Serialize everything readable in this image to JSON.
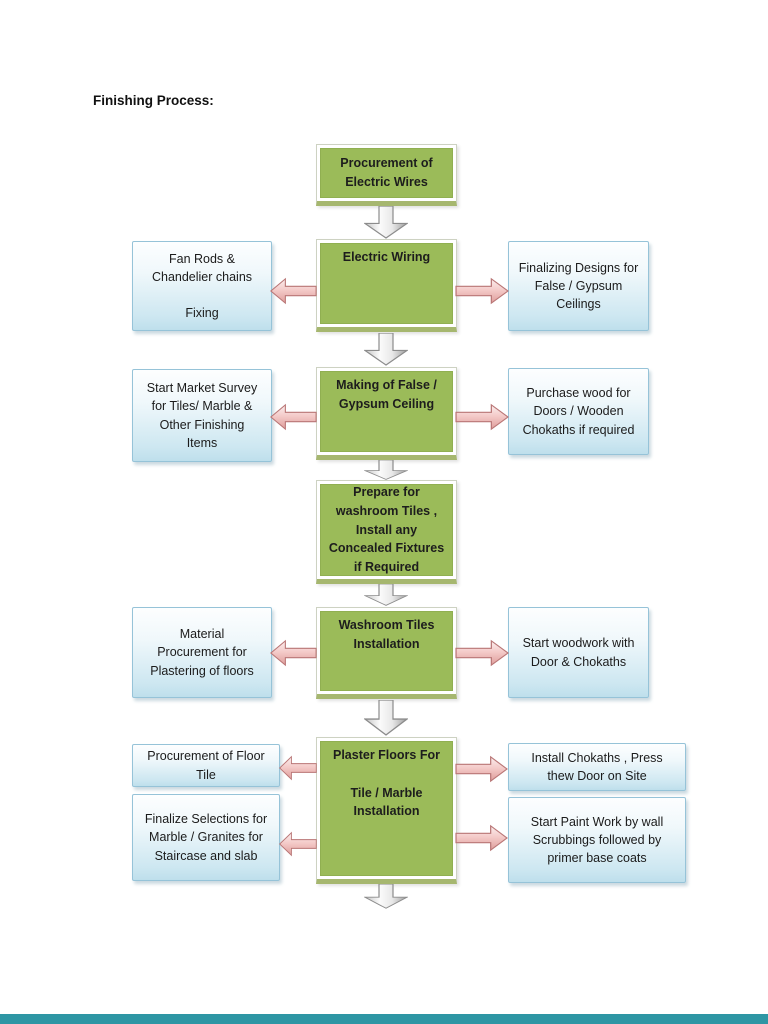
{
  "document": {
    "title": "Finishing Process:",
    "footer_bar_color": "#2e96a4"
  },
  "colors": {
    "center_box_fill": "#9bbb59",
    "center_box_border": "#90af51",
    "center_box_shadow_edge": "#a6b76f",
    "side_box_border": "#96c3d8",
    "side_box_fill_top": "#fdfeff",
    "side_box_fill_bottom": "#bedfec",
    "flow_arrow_fill": "#f4cbc9",
    "flow_arrow_border": "#b97676",
    "step_arrow_fill": "#e8e8e8",
    "step_arrow_border": "#8c8c8c",
    "text": "#1b1b1b"
  },
  "flow": {
    "center": [
      {
        "id": "procurement-electric-wires",
        "text": "Procurement of\nElectric Wires"
      },
      {
        "id": "electric-wiring",
        "text": "Electric Wiring"
      },
      {
        "id": "making-false-gypsum-ceiling",
        "text": "Making of False /\nGypsum Ceiling"
      },
      {
        "id": "prepare-washroom-tiles",
        "text": "Prepare for\nwashroom Tiles ,\nInstall any\nConcealed Fixtures\nif Required"
      },
      {
        "id": "washroom-tiles-installation",
        "text": "Washroom Tiles\nInstallation"
      },
      {
        "id": "plaster-floors",
        "text": "Plaster Floors For\n\nTile / Marble\nInstallation"
      }
    ],
    "left": [
      {
        "id": "fan-rods-chandelier",
        "text": "Fan Rods &\nChandelier chains\n\nFixing"
      },
      {
        "id": "start-market-survey",
        "text": "Start Market Survey\nfor Tiles/ Marble &\nOther Finishing\nItems"
      },
      {
        "id": "material-procurement-plastering",
        "text": "Material\nProcurement for\nPlastering of floors"
      },
      {
        "id": "procurement-floor-tile",
        "text": "Procurement of Floor\nTile"
      },
      {
        "id": "finalize-marble-granites",
        "text": "Finalize Selections for\nMarble / Granites for\nStaircase and slab"
      }
    ],
    "right": [
      {
        "id": "finalizing-ceiling-designs",
        "text": "Finalizing Designs for\nFalse / Gypsum\nCeilings"
      },
      {
        "id": "purchase-wood-doors",
        "text": "Purchase wood for\nDoors / Wooden\nChokaths if required"
      },
      {
        "id": "start-woodwork-doors",
        "text": "Start woodwork with\nDoor & Chokaths"
      },
      {
        "id": "install-chokaths",
        "text": "Install Chokaths , Press\nthew Door on Site"
      },
      {
        "id": "start-paint-work",
        "text": "Start Paint Work by wall\nScrubbings followed by\nprimer base coats"
      }
    ]
  }
}
